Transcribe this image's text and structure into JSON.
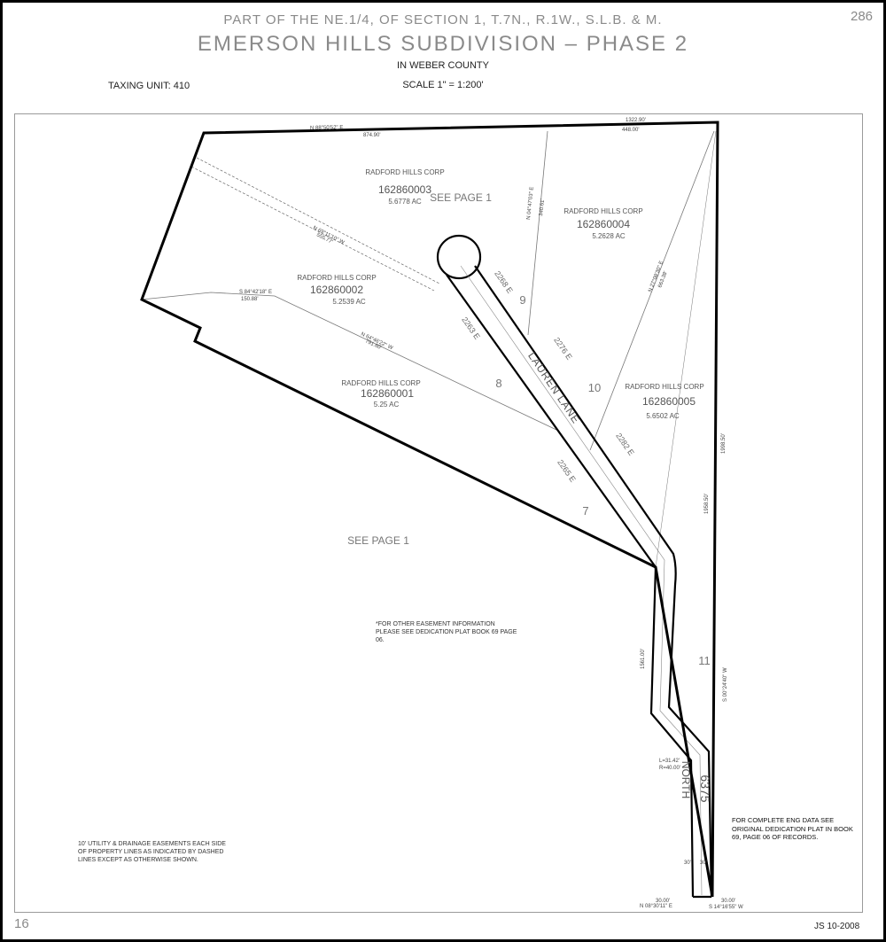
{
  "header": {
    "line1": "PART OF THE NE.1/4, OF SECTION 1, T.7N., R.1W., S.L.B. & M.",
    "title": "EMERSON HILLS SUBDIVISION – PHASE 2",
    "county": "IN WEBER COUNTY",
    "scale": "SCALE 1\" = 1:200'",
    "taxing_unit": "TAXING UNIT: 410",
    "page_number": "286"
  },
  "footer": {
    "sheet_number": "16",
    "stamp": "JS 10-2008"
  },
  "parcels": [
    {
      "owner": "RADFORD HILLS CORP",
      "id": "162860003",
      "area": "5.6778 AC"
    },
    {
      "owner": "RADFORD HILLS CORP",
      "id": "162860004",
      "area": "5.2628 AC"
    },
    {
      "owner": "RADFORD HILLS CORP",
      "id": "162860002",
      "area": "5.2539 AC"
    },
    {
      "owner": "RADFORD HILLS CORP",
      "id": "162860001",
      "area": "5.25 AC"
    },
    {
      "owner": "RADFORD HILLS CORP",
      "id": "162860005",
      "area": "5.6502 AC"
    }
  ],
  "lots": [
    "9",
    "8",
    "10",
    "7",
    "11"
  ],
  "addresses": [
    "2268 E",
    "2263 E",
    "2276 E",
    "2282 E",
    "2265 E"
  ],
  "street": {
    "name": "LAUREN LANE",
    "name2": "NORTH",
    "number": "6375"
  },
  "see_page": [
    "SEE PAGE 1",
    "SEE PAGE 1"
  ],
  "notes": {
    "easement_info": "*FOR OTHER EASEMENT INFORMATION PLEASE SEE DEDICATION PLAT BOOK 69 PAGE 06.",
    "complete_eng": "FOR COMPLETE ENG DATA SEE ORIGINAL DEDICATION PLAT IN BOOK 69, PAGE 06 OF RECORDS.",
    "utility": "10' UTILITY & DRAINAGE EASEMENTS EACH SIDE OF PROPERTY LINES AS INDICATED BY DASHED LINES EXCEPT AS OTHERWISE SHOWN."
  },
  "dims": {
    "top_bearing": "N 88°50'52\" E",
    "top_total": "1322.90'",
    "top_left": "874.90'",
    "top_right": "448.00'",
    "east_1": "1998.50'",
    "east_2": "1958.50'",
    "east_bearing": "S 00°24'40\" W",
    "road_len": "1561.00'",
    "curve_l": "L=31.42'",
    "curve_r": "R=40.00'",
    "bottom_left": "30.00'",
    "bottom_right": "30.00'",
    "bottom_bearing": "S 14°16'55\" W",
    "bottom_bearing2": "N 08°30'11\" E",
    "w30a": "30'",
    "w30b": "30'",
    "lot4_bearing": "N 04°47'03\" E",
    "lot4_len": "340.61'",
    "lot5_bearing": "N 27°08'30\" E",
    "lot5_len": "663.38'",
    "p2_bearing": "S 84°42'18\" E",
    "p2_len": "150.88'",
    "p1_bearing": "N 64°46'22\" W",
    "p1_len": "791.60'",
    "diag_bearing": "N 69°11'10\" W",
    "diag_len": "555.77'"
  }
}
